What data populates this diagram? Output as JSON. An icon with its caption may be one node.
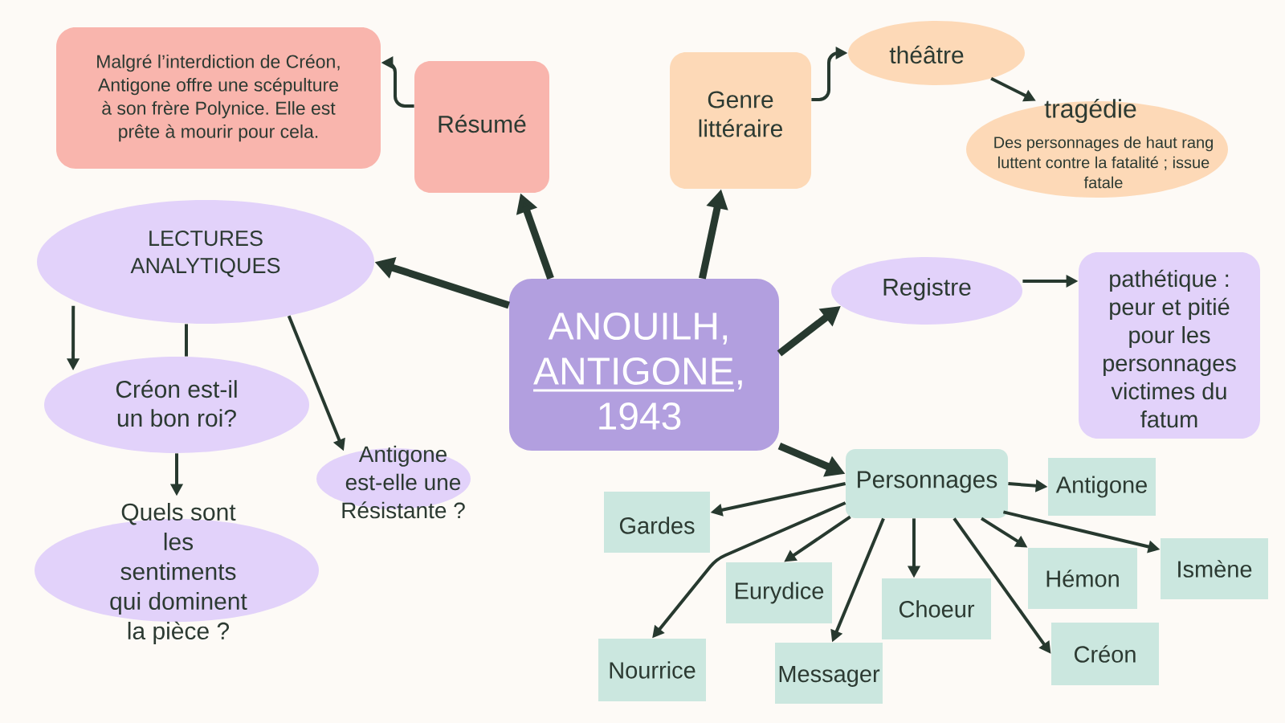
{
  "diagram": {
    "nodes": [
      {
        "text": [
          "ANOUILH, ANTIGONE, 1943"
        ]
      },
      {
        "text": [
          "Résumé"
        ]
      },
      {
        "text": [
          "Malgré l’interdiction de Créon, Antigone offre une scépulture à son frère Polynice. Elle est prête à mourir pour cela."
        ]
      },
      {
        "text": [
          "Genre littéraire"
        ]
      },
      {
        "text": [
          "théâtre"
        ]
      },
      {
        "text": [
          "tragédie",
          "Des personnages de haut rang luttent contre la fatalité ; issue fatale"
        ]
      },
      {
        "text": [
          "LECTURES ANALYTIQUES"
        ]
      },
      {
        "text": [
          "Créon est-il un bon roi?"
        ]
      },
      {
        "text": [
          "Quels sont les sentiments qui dominent la pièce ?"
        ]
      },
      {
        "text": [
          "Antigone est-elle une Résistante ?"
        ]
      },
      {
        "text": [
          "Registre"
        ]
      },
      {
        "text": [
          "pathétique : peur et pitié pour les personnages victimes du fatum"
        ]
      },
      {
        "text": [
          "Personnages"
        ]
      },
      {
        "text": [
          "Antigone"
        ]
      },
      {
        "text": [
          "Gardes"
        ]
      },
      {
        "text": [
          "Eurydice"
        ]
      },
      {
        "text": [
          "Choeur"
        ]
      },
      {
        "text": [
          "Hémon"
        ]
      },
      {
        "text": [
          "Ismène"
        ]
      },
      {
        "text": [
          "Nourrice"
        ]
      },
      {
        "text": [
          "Messager"
        ]
      },
      {
        "text": [
          "Créon"
        ]
      }
    ],
    "edges": [
      {
        "from": 0,
        "to": 1,
        "arrow": "to",
        "style": "thick"
      },
      {
        "from": 1,
        "to": 2,
        "arrow": "to"
      },
      {
        "from": 0,
        "to": 3,
        "arrow": "to",
        "style": "thick"
      },
      {
        "from": 3,
        "to": 4,
        "arrow": "to"
      },
      {
        "from": 4,
        "to": 5,
        "arrow": "to"
      },
      {
        "from": 0,
        "to": 6,
        "arrow": "to",
        "style": "thick"
      },
      {
        "from": 6,
        "to": 7,
        "arrow": "to"
      },
      {
        "from": 6,
        "to": 7,
        "arrow": "none"
      },
      {
        "from": 7,
        "to": 8,
        "arrow": "to"
      },
      {
        "from": 6,
        "to": 9,
        "arrow": "to"
      },
      {
        "from": 0,
        "to": 10,
        "arrow": "to",
        "style": "thick"
      },
      {
        "from": 10,
        "to": 11,
        "arrow": "to"
      },
      {
        "from": 0,
        "to": 12,
        "arrow": "to",
        "style": "thick"
      },
      {
        "from": 12,
        "to": 13,
        "arrow": "to"
      },
      {
        "from": 12,
        "to": 14,
        "arrow": "to"
      },
      {
        "from": 12,
        "to": 15,
        "arrow": "to"
      },
      {
        "from": 12,
        "to": 19,
        "arrow": "to"
      },
      {
        "from": 12,
        "to": 20,
        "arrow": "to"
      },
      {
        "from": 12,
        "to": 16,
        "arrow": "to"
      },
      {
        "from": 12,
        "to": 17,
        "arrow": "to"
      },
      {
        "from": 12,
        "to": 21,
        "arrow": "to"
      },
      {
        "from": 12,
        "to": 18,
        "arrow": "to"
      }
    ]
  }
}
